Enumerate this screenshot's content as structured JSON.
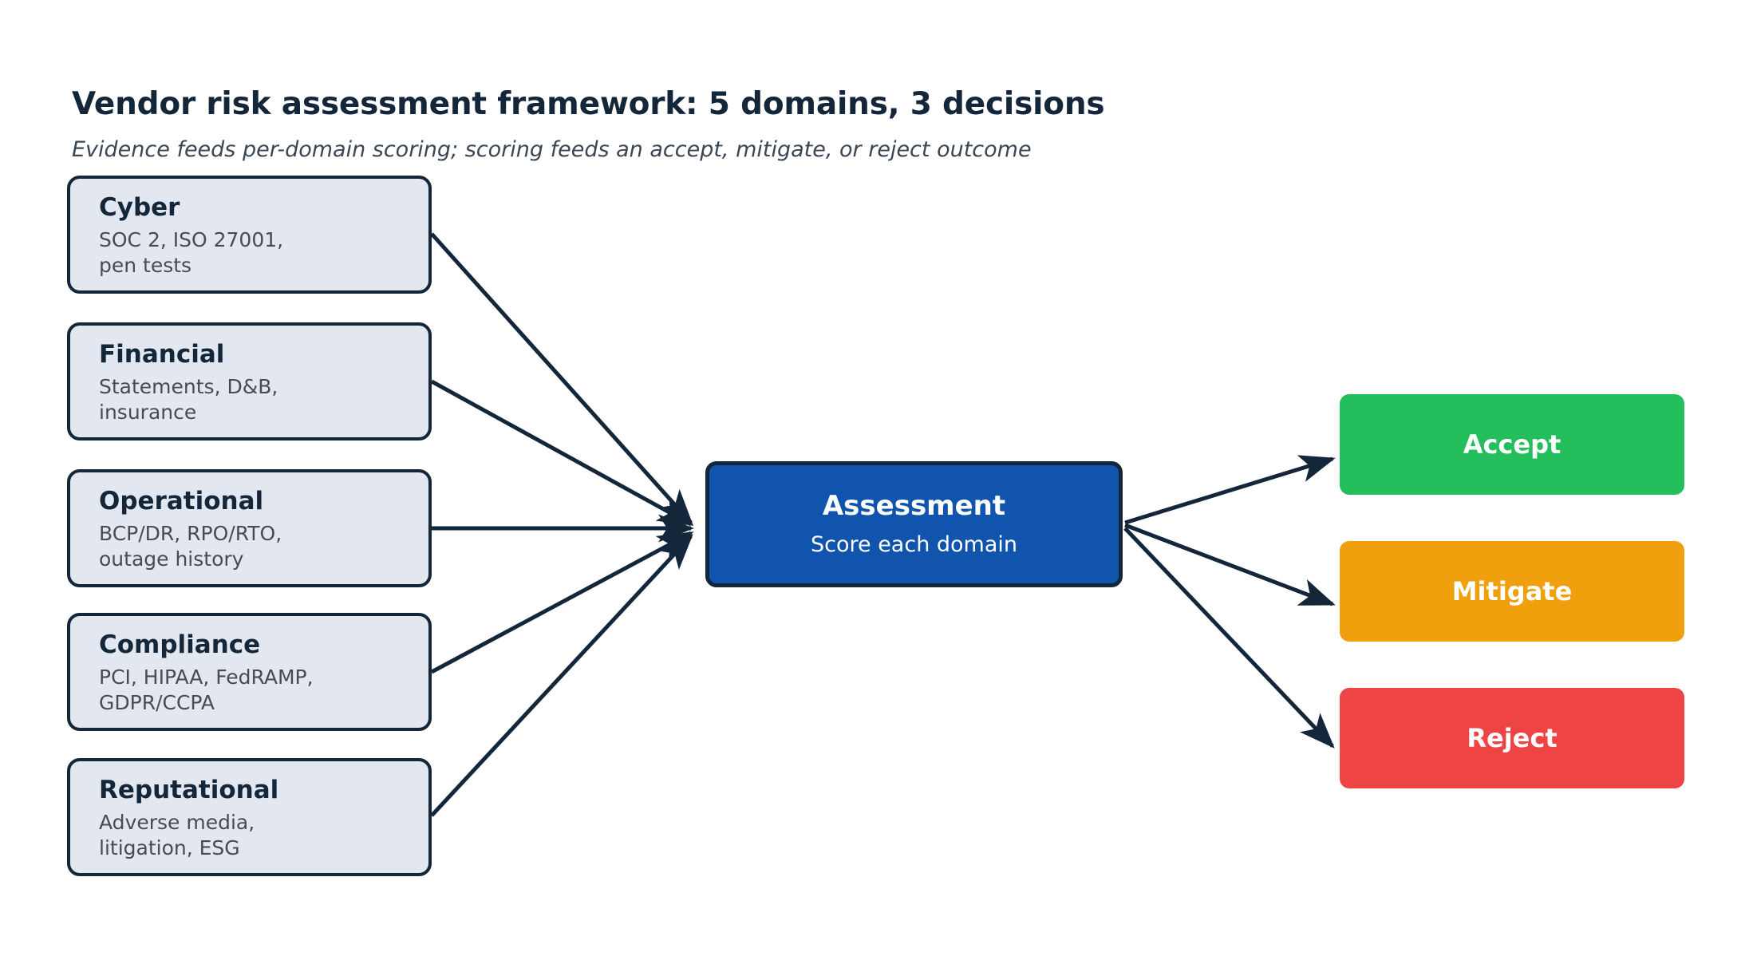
{
  "header": {
    "title": "Vendor risk assessment framework: 5 domains, 3 decisions",
    "subtitle": "Evidence feeds per-domain scoring; scoring feeds an accept, mitigate, or reject outcome"
  },
  "domains": [
    {
      "name": "Cyber",
      "detail": "SOC 2, ISO 27001,\npen tests"
    },
    {
      "name": "Financial",
      "detail": "Statements, D&B,\ninsurance"
    },
    {
      "name": "Operational",
      "detail": "BCP/DR, RPO/RTO,\noutage history"
    },
    {
      "name": "Compliance",
      "detail": "PCI, HIPAA, FedRAMP,\nGDPR/CCPA"
    },
    {
      "name": "Reputational",
      "detail": "Adverse media,\nlitigation, ESG"
    }
  ],
  "hub": {
    "title": "Assessment",
    "subtitle": "Score each domain"
  },
  "decisions": [
    {
      "label": "Accept",
      "color": "#24be5c"
    },
    {
      "label": "Mitigate",
      "color": "#f0a00d"
    },
    {
      "label": "Reject",
      "color": "#ef4444"
    }
  ],
  "colors": {
    "stroke": "#14263a",
    "domain_fill": "#e3e7f0",
    "hub_fill": "#1054ae",
    "background": "#ffffff",
    "title_text": "#14263a",
    "subtitle_text": "#3b4654",
    "detail_text": "#454c55"
  }
}
